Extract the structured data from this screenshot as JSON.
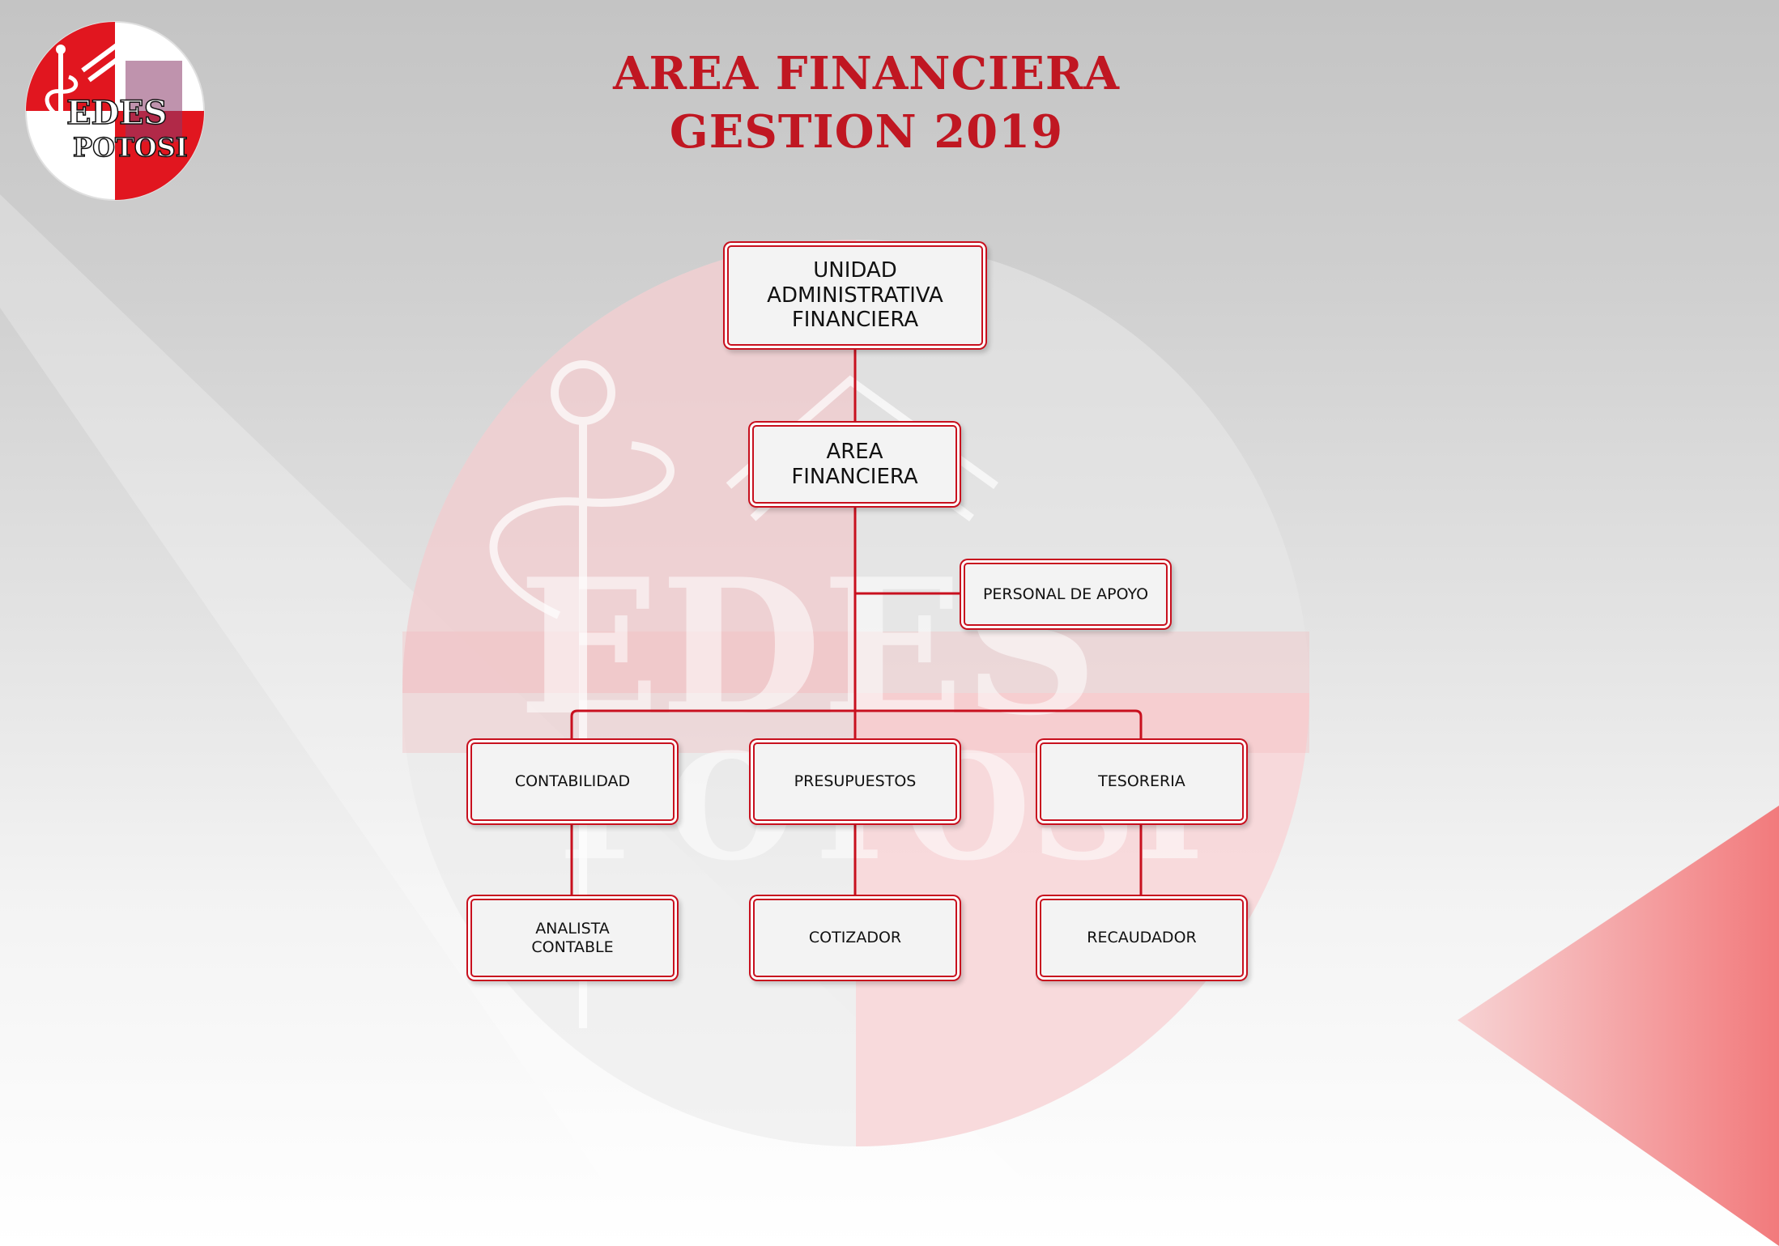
{
  "header": {
    "title_line1": "AREA FINANCIERA",
    "title_line2": "GESTION 2019"
  },
  "logo": {
    "text_top": "EDES",
    "text_bottom": "POTOSI",
    "icon": "rod-of-asclepius-icon"
  },
  "org_chart": {
    "root": "UNIDAD\nADMINISTRATIVA\nFINANCIERA",
    "area": "AREA\nFINANCIERA",
    "support": "PERSONAL DE APOYO",
    "departments": [
      "CONTABILIDAD",
      "PRESUPUESTOS",
      "TESORERIA"
    ],
    "sub_units": [
      "ANALISTA\nCONTABLE",
      "COTIZADOR",
      "RECAUDADOR"
    ]
  },
  "colors": {
    "accent": "#c8101e",
    "title": "#c01722",
    "node_fill": "#f3f3f3",
    "corner_triangle": "#f27a7c"
  }
}
